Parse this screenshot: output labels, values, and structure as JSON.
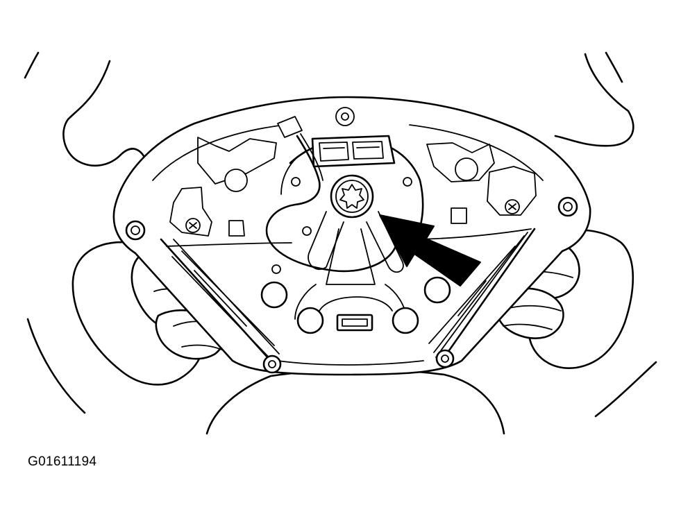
{
  "figure": {
    "id_label": "G01611194",
    "subject": "steering-wheel-airbag-module-mounting",
    "pointer": "arrow-to-center-bolt"
  },
  "colors": {
    "line": "#000000",
    "background": "#ffffff"
  }
}
